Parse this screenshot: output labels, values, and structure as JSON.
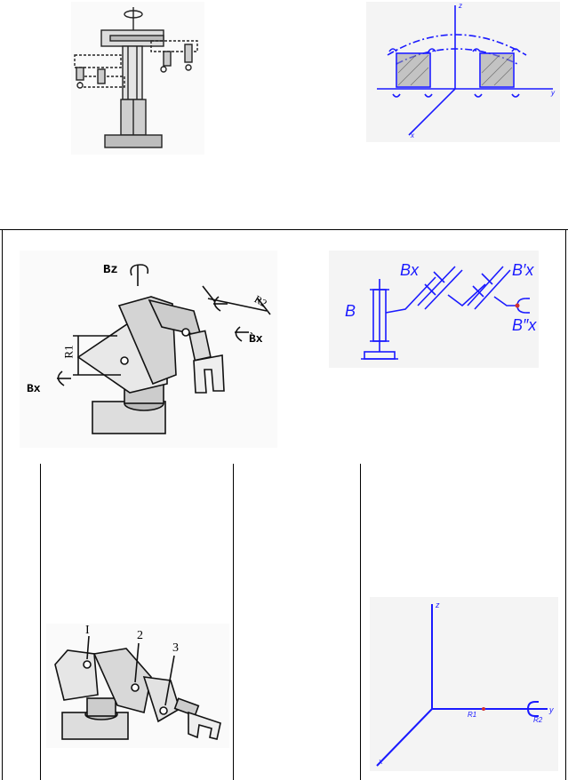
{
  "colors": {
    "diagram_blue": "#1a1aff",
    "ink": "#000000",
    "axis_mark_red": "#d03030"
  },
  "panel_top_right": {
    "axis_z": "z",
    "axis_y": "y",
    "axis_x": "x"
  },
  "panel_mid_left": {
    "label_bz": "Bz",
    "label_r1": "R1",
    "label_bx": "Bx",
    "label_bx2": "B̀x",
    "label_r2": "R2"
  },
  "panel_mid_right": {
    "label_b": "B",
    "label_bx": "Bx",
    "label_bpx": "B′x",
    "label_bppx": "B″x"
  },
  "panel_bottom_left": {
    "label_1": "I",
    "label_2": "2",
    "label_3": "3"
  },
  "panel_bottom_right": {
    "axis_z": "z",
    "axis_y": "y",
    "axis_x": "x",
    "label_r1": "R1",
    "label_r2": "R2"
  }
}
